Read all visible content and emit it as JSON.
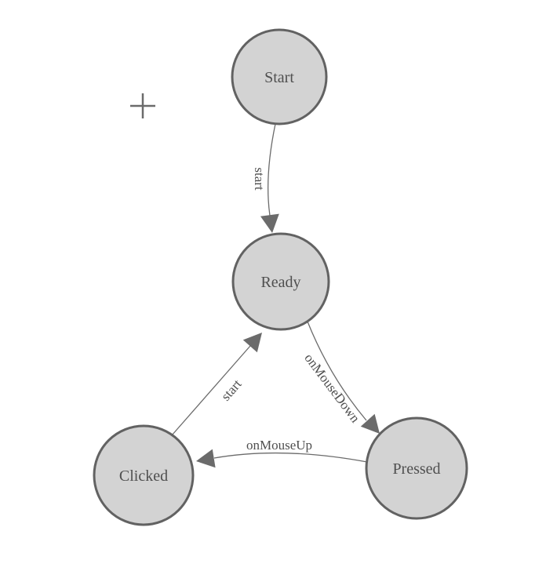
{
  "diagram": {
    "type": "state-machine",
    "nodes": [
      {
        "id": "start",
        "label": "Start"
      },
      {
        "id": "ready",
        "label": "Ready"
      },
      {
        "id": "clicked",
        "label": "Clicked"
      },
      {
        "id": "pressed",
        "label": "Pressed"
      }
    ],
    "edges": [
      {
        "from": "Start",
        "to": "Ready",
        "label": "start"
      },
      {
        "from": "Clicked",
        "to": "Ready",
        "label": "start"
      },
      {
        "from": "Ready",
        "to": "Pressed",
        "label": "onMouseDown"
      },
      {
        "from": "Pressed",
        "to": "Clicked",
        "label": "onMouseUp"
      }
    ]
  },
  "colors": {
    "background": "#ffffff",
    "node_fill": "#d3d3d3",
    "node_border": "#626262",
    "edge_stroke": "#6b6b6b",
    "arrow_fill": "#6b6b6b",
    "text": "#4f4f4f",
    "plus_mark": "#6b6b6b"
  }
}
